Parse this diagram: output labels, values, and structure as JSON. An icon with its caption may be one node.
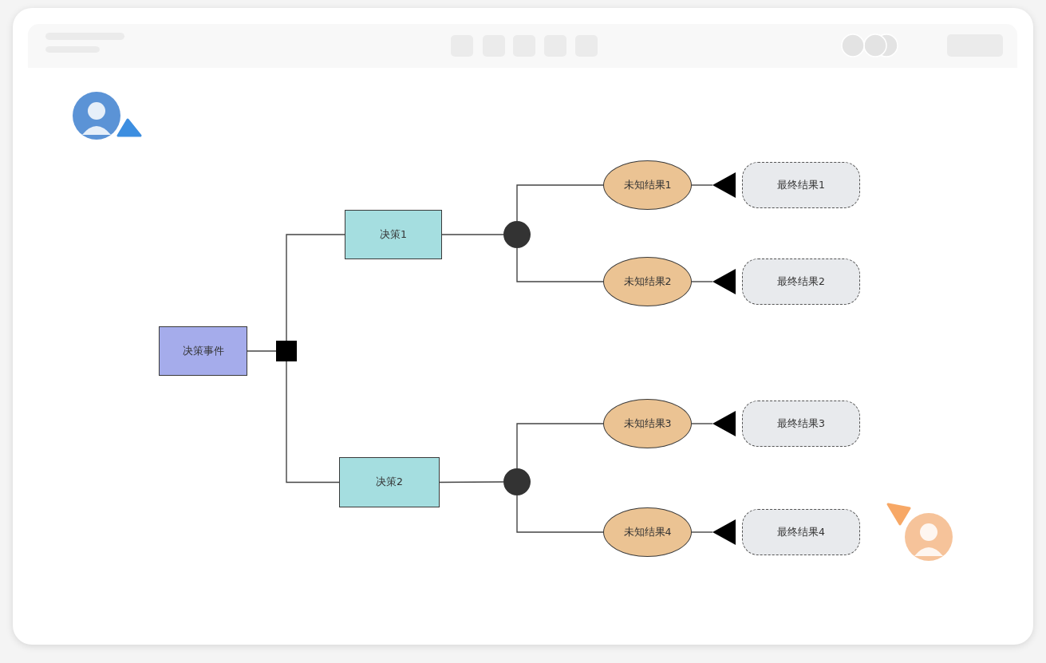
{
  "diagram": {
    "nodes": [
      {
        "text": [
          "决策事件"
        ]
      },
      {
        "text": [],
        "shape": "box"
      },
      {
        "text": [
          "决策1"
        ]
      },
      {
        "text": [
          "决策2"
        ]
      },
      {
        "text": [],
        "shape": "circle"
      },
      {
        "text": [],
        "shape": "circle"
      },
      {
        "text": [
          "未知结果1"
        ]
      },
      {
        "text": [
          "未知结果2"
        ]
      },
      {
        "text": [
          "未知结果3"
        ]
      },
      {
        "text": [
          "未知结果4"
        ]
      },
      {
        "text": [],
        "shape": "triangle"
      },
      {
        "text": [],
        "shape": "triangle"
      },
      {
        "text": [],
        "shape": "triangle"
      },
      {
        "text": [],
        "shape": "triangle"
      },
      {
        "text": [
          "最终结果1"
        ]
      },
      {
        "text": [
          "最终结果2"
        ]
      },
      {
        "text": [
          "最终结果3"
        ]
      },
      {
        "text": [
          "最终结果4"
        ]
      }
    ],
    "edges": [
      {
        "from": 0,
        "to": 1,
        "arrow": "none"
      },
      {
        "from": 1,
        "to": 2,
        "arrow": "none"
      },
      {
        "from": 1,
        "to": 3,
        "arrow": "none"
      },
      {
        "from": 2,
        "to": 4,
        "arrow": "none"
      },
      {
        "from": 3,
        "to": 5,
        "arrow": "none"
      },
      {
        "from": 4,
        "to": 6,
        "arrow": "none"
      },
      {
        "from": 4,
        "to": 7,
        "arrow": "none"
      },
      {
        "from": 5,
        "to": 8,
        "arrow": "none"
      },
      {
        "from": 5,
        "to": 9,
        "arrow": "none"
      },
      {
        "from": 6,
        "to": 10,
        "arrow": "none"
      },
      {
        "from": 7,
        "to": 11,
        "arrow": "none"
      },
      {
        "from": 8,
        "to": 12,
        "arrow": "none"
      },
      {
        "from": 9,
        "to": 13,
        "arrow": "none"
      }
    ]
  }
}
